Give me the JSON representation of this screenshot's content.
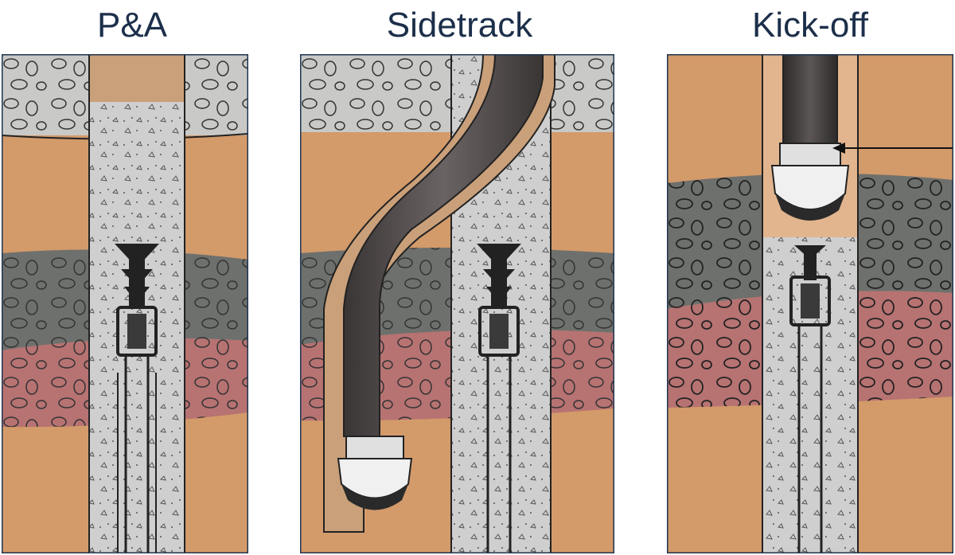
{
  "panels": [
    {
      "title": "P&A"
    },
    {
      "title": "Sidetrack"
    },
    {
      "title": "Kick-off"
    }
  ],
  "colors": {
    "title_text": "#1c2f4a",
    "frame": "#1f3550",
    "gravel": "#c9c9c7",
    "clay": "#d39a6a",
    "dark_rock": "#6e706d",
    "red_rock": "#b77272",
    "cement": "#cfcfcf",
    "steel": "#4e4a4a",
    "tool": "#222222"
  },
  "icons": [
    "plug-icon",
    "drill-bit-icon",
    "arrow-icon"
  ]
}
